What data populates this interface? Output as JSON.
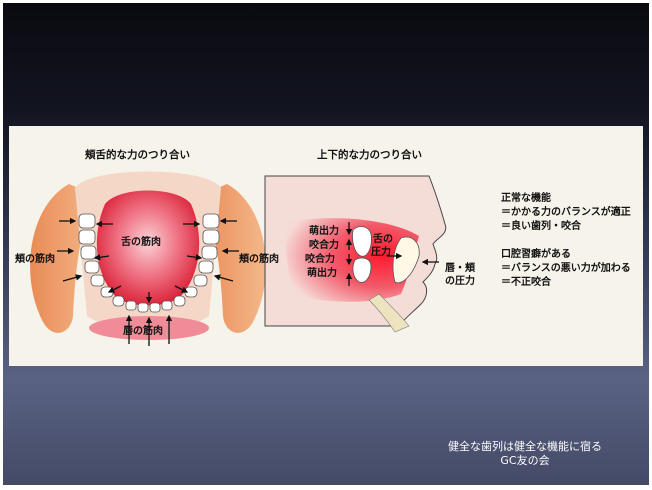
{
  "left_diagram": {
    "title": "頬舌的な力のつり合い",
    "tongue_label": "舌の筋肉",
    "cheek_left_label": "頬の筋肉",
    "cheek_right_label": "頬の筋肉",
    "lip_label": "唇の筋肉"
  },
  "right_diagram": {
    "title": "上下的な力のつり合い",
    "upper_label": "萌出力",
    "bite_label_1": "咬合力",
    "bite_label_2": "咬合力",
    "lower_label": "萌出力",
    "tongue_pressure_line1": "舌の",
    "tongue_pressure_line2": "圧力",
    "lip_pressure_line1": "唇・頬",
    "lip_pressure_line2": "の圧力"
  },
  "description": {
    "line1": "正常な機能",
    "line2": "＝かかる力のバランスが適正",
    "line3": "＝良い歯列・咬合",
    "line4": "口腔習癖がある",
    "line5": "＝バランスの悪い力が加わる",
    "line6": "＝不正咬合"
  },
  "caption": {
    "line1": "健全な歯列は健全な機能に宿る",
    "line2": "GC友の会"
  },
  "colors": {
    "tongue_red": "#e8203a",
    "cheek_orange": "#ec9a62",
    "panel_bg": "#f6f3ea"
  }
}
